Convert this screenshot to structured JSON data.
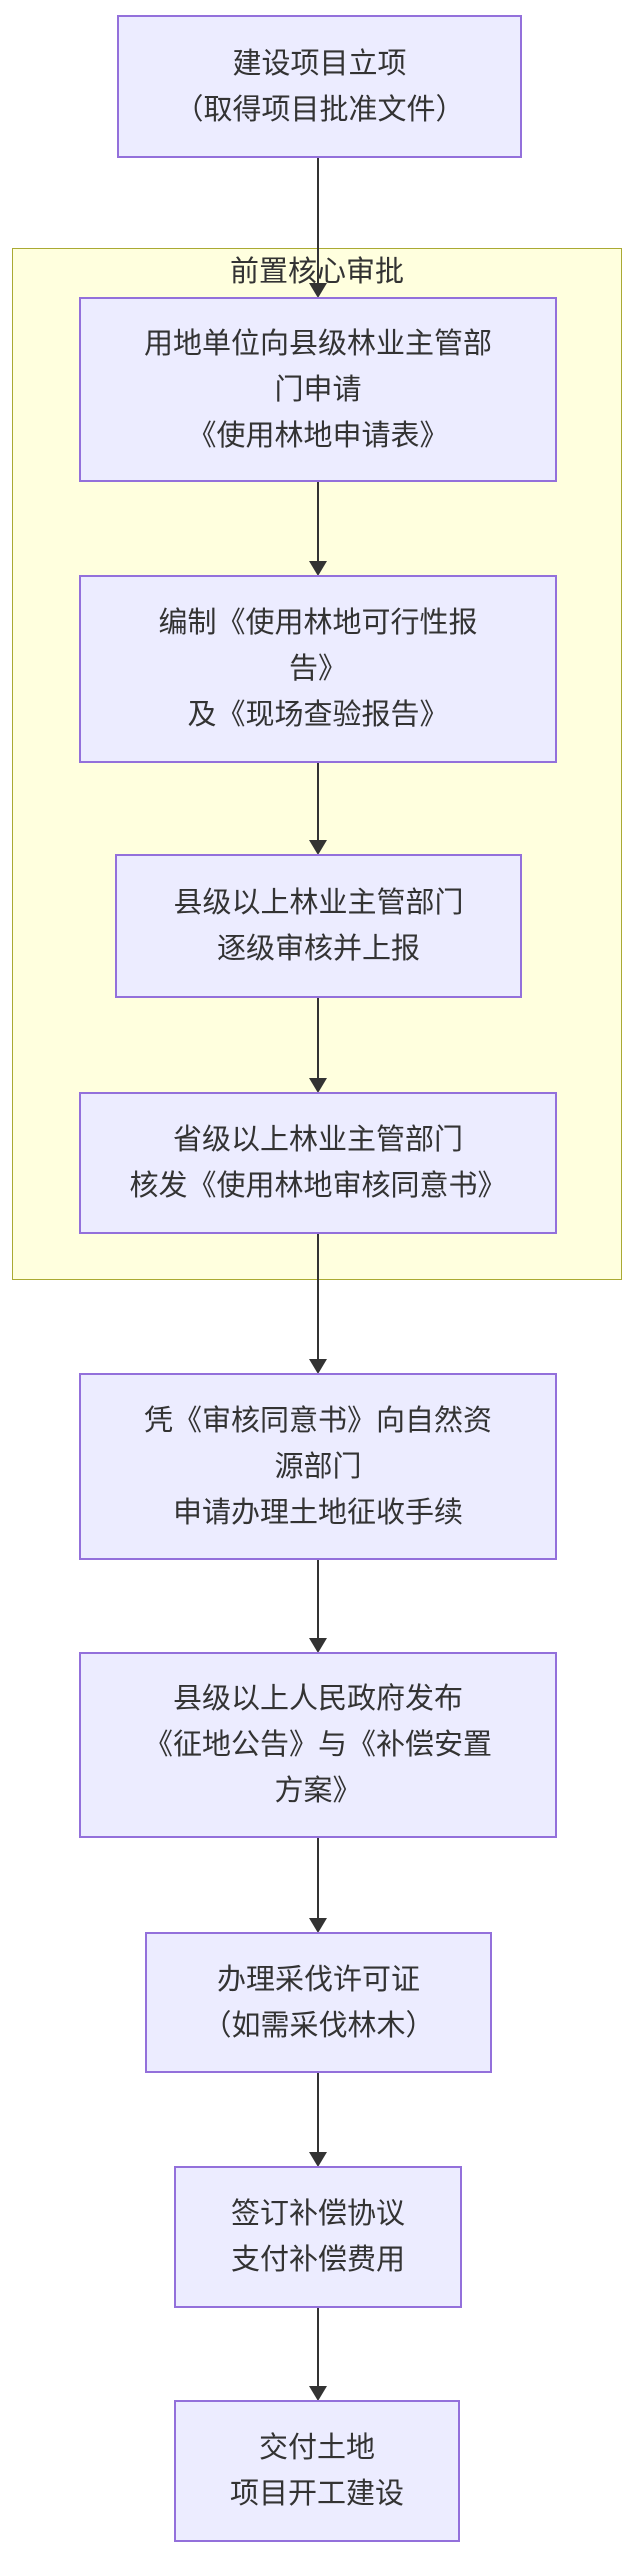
{
  "flowchart": {
    "subgraph_label": "前置核心审批",
    "nodes": {
      "project_initiation": {
        "text": "建设项目立项\n（取得项目批准文件）"
      },
      "apply_forest_land": {
        "text": "用地单位向县级林业主管部\n门申请\n《使用林地申请表》"
      },
      "compile_reports": {
        "text": "编制《使用林地可行性报\n告》\n及《现场查验报告》"
      },
      "county_review": {
        "text": "县级以上林业主管部门\n逐级审核并上报"
      },
      "provincial_issue": {
        "text": "省级以上林业主管部门\n核发《使用林地审核同意书》"
      },
      "land_requisition": {
        "text": "凭《审核同意书》向自然资\n源部门\n申请办理土地征收手续"
      },
      "gov_announcement": {
        "text": "县级以上人民政府发布\n《征地公告》与《补偿安置\n方案》"
      },
      "logging_permit": {
        "text": "办理采伐许可证\n（如需采伐林木）"
      },
      "compensation": {
        "text": "签订补偿协议\n支付补偿费用"
      },
      "handover": {
        "text": "交付土地\n项目开工建设"
      }
    },
    "colors": {
      "node_fill": "#ECECFF",
      "node_border": "#9370DB",
      "cluster_fill": "#ffffde",
      "cluster_border": "#aaaa33",
      "edge": "#333333",
      "text": "#333333",
      "background": "#ffffff"
    }
  }
}
